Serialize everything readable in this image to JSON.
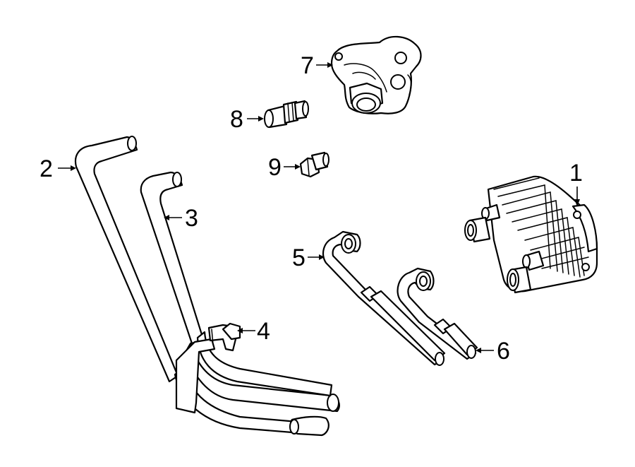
{
  "diagram": {
    "callouts": [
      {
        "id": "callout-1",
        "label": "1"
      },
      {
        "id": "callout-2",
        "label": "2"
      },
      {
        "id": "callout-3",
        "label": "3"
      },
      {
        "id": "callout-4",
        "label": "4"
      },
      {
        "id": "callout-5",
        "label": "5"
      },
      {
        "id": "callout-6",
        "label": "6"
      },
      {
        "id": "callout-7",
        "label": "7"
      },
      {
        "id": "callout-8",
        "label": "8"
      },
      {
        "id": "callout-9",
        "label": "9"
      }
    ]
  },
  "colors": {
    "line": "#000000",
    "background": "#ffffff"
  }
}
